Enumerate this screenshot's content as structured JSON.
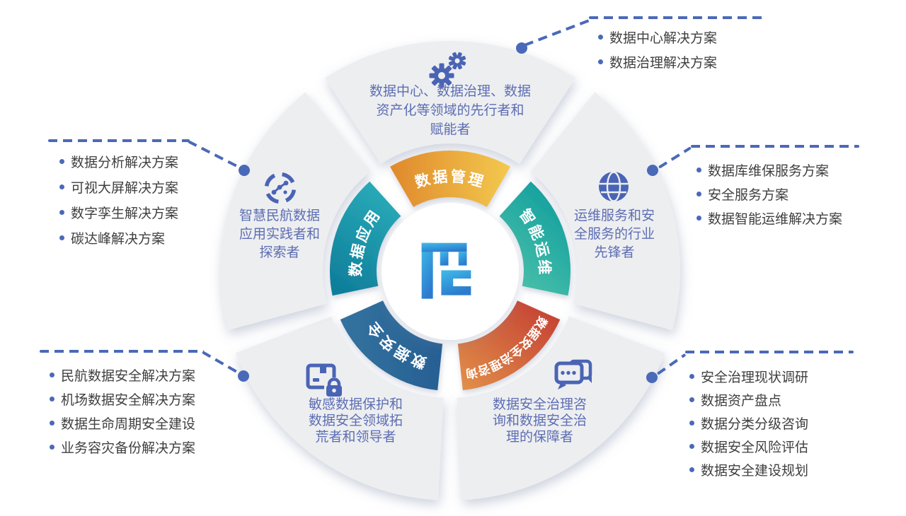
{
  "wheel": {
    "center_logo_icon": "me-monogram",
    "segments": [
      {
        "name": "data-management",
        "ring_label": "数据管理",
        "description": "数据中心、数据治理、数据\n资产化等领域的先行者和\n赋能者",
        "icon": "gears-icon",
        "gradient": [
          "#E0892B",
          "#F3C94E"
        ]
      },
      {
        "name": "intelligent-operations",
        "ring_label": "智能运维",
        "description": "运维服务和安\n全服务的行业\n先锋者",
        "icon": "globe-icon",
        "gradient": [
          "#0E9C9D",
          "#4EC3AB"
        ]
      },
      {
        "name": "data-security-governance-consulting",
        "ring_label": "数据安全治理咨询",
        "description": "数据安全治理咨\n询和数据安全治\n理的保障者",
        "icon": "chat-bubbles-icon",
        "gradient": [
          "#C23A31",
          "#E2914A"
        ]
      },
      {
        "name": "data-security",
        "ring_label": "数据安全",
        "description": "敏感数据保护和\n数据安全领域拓\n荒者和领导者",
        "icon": "box-lock-icon",
        "gradient": [
          "#33739F",
          "#275F93"
        ]
      },
      {
        "name": "data-application",
        "ring_label": "数据应用",
        "description": "智慧民航数据\n应用实践者和\n探索者",
        "icon": "network-nodes-icon",
        "gradient": [
          "#2AACB9",
          "#0F7F9B"
        ]
      }
    ],
    "callouts": {
      "top_right": {
        "items": [
          "数据中心解决方案",
          "数据治理解决方案"
        ]
      },
      "right": {
        "items": [
          "数据库维保服务方案",
          "安全服务方案",
          "数据智能运维解决方案"
        ]
      },
      "bottom_right": {
        "items": [
          "安全治理现状调研",
          "数据资产盘点",
          "数据分类分级咨询",
          "数据安全风险评估",
          "数据安全建设规划"
        ]
      },
      "bottom_left": {
        "items": [
          "民航数据安全解决方案",
          "机场数据安全解决方案",
          "数据生命周期安全建设",
          "业务容灾备份解决方案"
        ]
      },
      "left": {
        "items": [
          "数据分析解决方案",
          "可视大屏解决方案",
          "数字孪生解决方案",
          "碳达峰解决方案"
        ]
      }
    },
    "colors": {
      "leader_blue": "#4A69B8",
      "icon_blue": "#4A64B5",
      "description_text": "#5D6EB3",
      "list_text": "#3F3F3F",
      "wedge_gray": "#EDEEF0",
      "ring_label_text": "#FFFFFF",
      "logo_gradient": [
        "#3FBCE8",
        "#2C7BCE"
      ]
    }
  }
}
